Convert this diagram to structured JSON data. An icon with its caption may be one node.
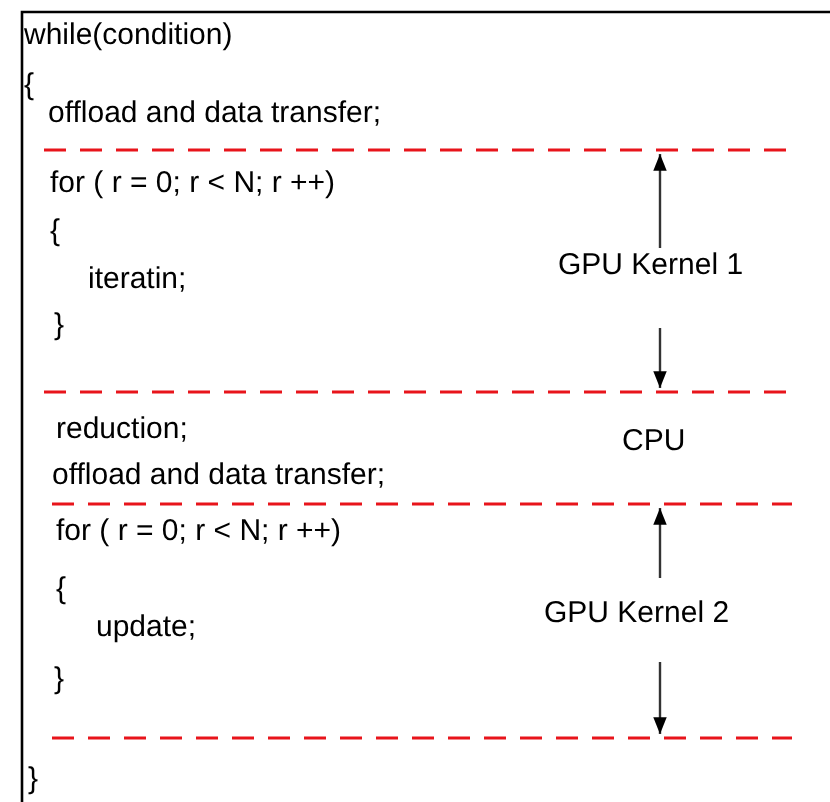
{
  "diagram": {
    "labels": [
      "while(condition)",
      "{",
      "offload and data transfer;",
      "for ( r = 0; r < N; r ++)",
      "{",
      "iteratin;",
      "GPU Kernel 1",
      "}",
      "reduction;",
      "CPU",
      "offload and data transfer;",
      "for ( r = 0; r < N; r ++)",
      "{",
      "update;",
      "GPU Kernel 2",
      "}",
      "}"
    ]
  }
}
